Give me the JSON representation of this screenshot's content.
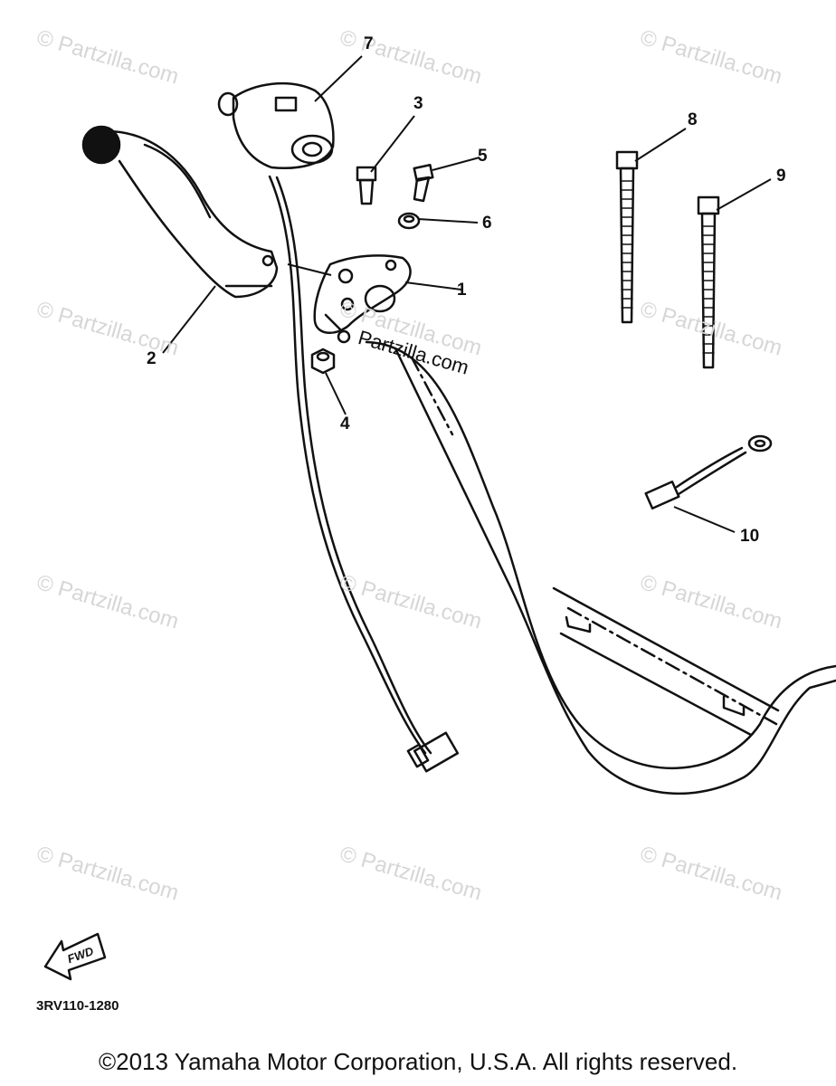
{
  "watermarks": [
    "© Partzilla.com",
    "© Partzilla.com",
    "© Partzilla.com",
    "© Partzilla.com",
    "© Partzilla.com",
    "© Partzilla.com",
    "© Partzilla.com",
    "© Partzilla.com",
    "© Partzilla.com",
    "© Partzilla.com",
    "© Partzilla.com",
    "© Partzilla.com"
  ],
  "brand_watermark": "Partzilla.com",
  "callouts": [
    "1",
    "2",
    "3",
    "4",
    "5",
    "6",
    "7",
    "8",
    "9",
    "10"
  ],
  "fwd_label": "FWD",
  "diagram_code": "3RV110-1280",
  "copyright": "©2013 Yamaha Motor Corporation, U.S.A. All rights reserved."
}
